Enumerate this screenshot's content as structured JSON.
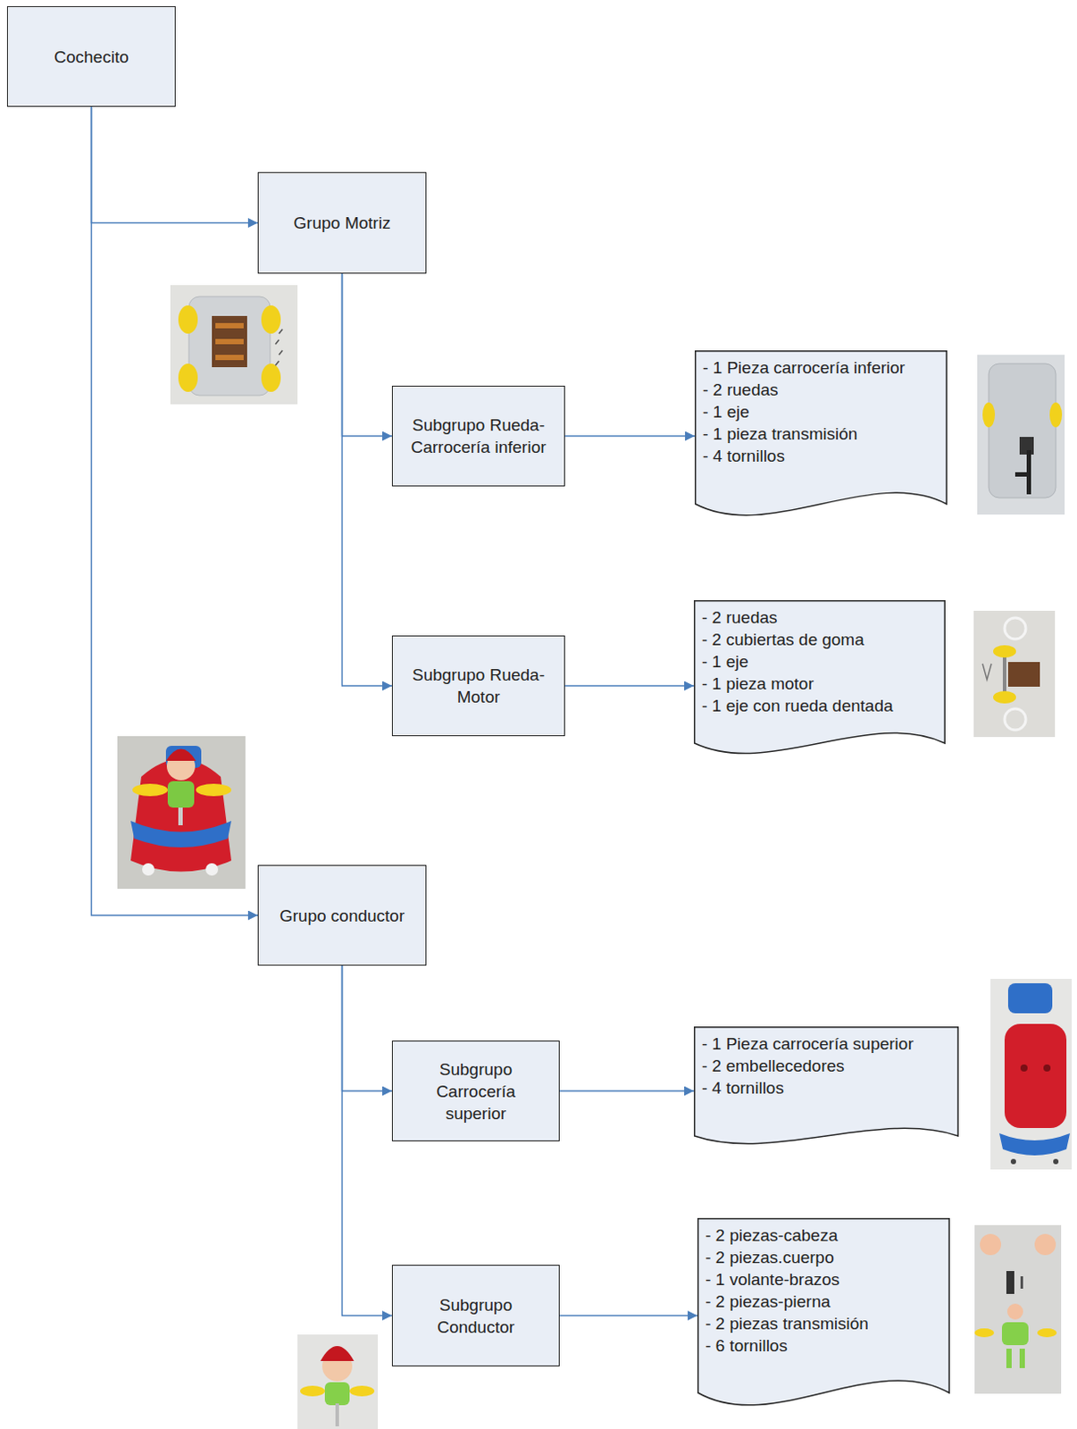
{
  "diagram": {
    "nodes": [
      {
        "text": [
          "Cochecito"
        ]
      },
      {
        "text": [
          "Grupo Motriz"
        ]
      },
      {
        "text": [
          "Subgrupo Rueda-Carrocería inferior"
        ]
      },
      {
        "text": [
          "- 1 Pieza carrocería inferior",
          "- 2 ruedas",
          "- 1 eje",
          "- 1 pieza transmisión",
          "- 4 tornillos"
        ]
      },
      {
        "text": [
          "Subgrupo Rueda-Motor"
        ]
      },
      {
        "text": [
          "- 2 ruedas",
          "- 2 cubiertas de goma",
          "- 1 eje",
          "- 1 pieza motor",
          "- 1 eje con rueda dentada"
        ]
      },
      {
        "text": [
          "Grupo conductor"
        ]
      },
      {
        "text": [
          "Subgrupo Carrocería superior"
        ]
      },
      {
        "text": [
          "- 1 Pieza carrocería superior",
          "- 2 embellecedores",
          "- 4 tornillos"
        ]
      },
      {
        "text": [
          "Subgrupo Conductor"
        ]
      },
      {
        "text": [
          "- 2 piezas-cabeza",
          "- 2 piezas.cuerpo",
          "- 1 volante-brazos",
          "- 2 piezas-pierna",
          "- 2 piezas transmisión",
          "- 6 tornillos"
        ]
      }
    ],
    "edges": [
      {
        "from": 0,
        "to": 1,
        "arrow": "to"
      },
      {
        "from": 0,
        "to": 6,
        "arrow": "to"
      },
      {
        "from": 1,
        "to": 2,
        "arrow": "to"
      },
      {
        "from": 1,
        "to": 4,
        "arrow": "to"
      },
      {
        "from": 2,
        "to": 3,
        "arrow": "to"
      },
      {
        "from": 4,
        "to": 5,
        "arrow": "to"
      },
      {
        "from": 6,
        "to": 7,
        "arrow": "to"
      },
      {
        "from": 6,
        "to": 9,
        "arrow": "to"
      },
      {
        "from": 7,
        "to": 8,
        "arrow": "to"
      },
      {
        "from": 9,
        "to": 10,
        "arrow": "to"
      }
    ]
  }
}
